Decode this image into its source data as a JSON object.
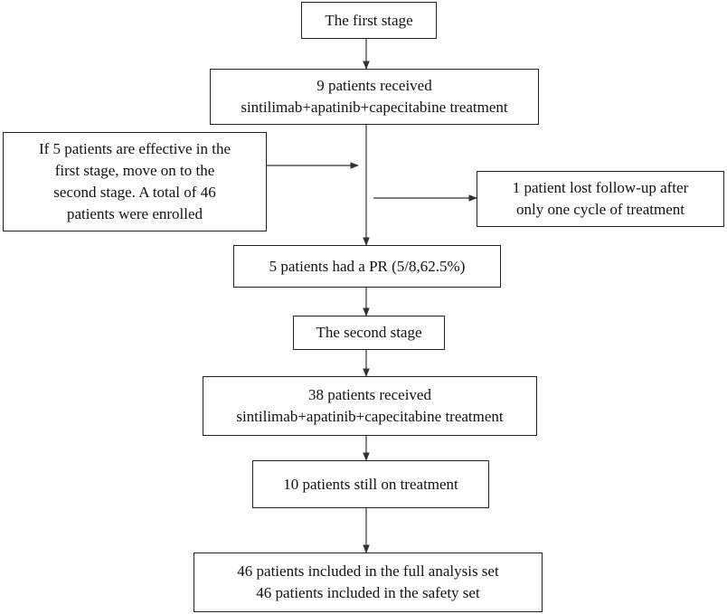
{
  "diagram": {
    "nodes": {
      "first_stage": {
        "lines": [
          "The first stage"
        ]
      },
      "first_stage_enrolled": {
        "lines": [
          "9 patients received",
          "sintilimab+apatinib+capecitabine treatment"
        ]
      },
      "continuation_rule": {
        "lines": [
          "If 5 patients are effective in the",
          "first stage, move on to the",
          "second stage. A total of 46",
          "patients were enrolled"
        ]
      },
      "lost_follow_up": {
        "lines": [
          "1 patient lost follow-up after",
          "only one cycle of treatment"
        ]
      },
      "first_stage_response": {
        "lines": [
          "5 patients had a PR (5/8,62.5%)"
        ]
      },
      "second_stage": {
        "lines": [
          "The second stage"
        ]
      },
      "second_stage_enrolled": {
        "lines": [
          "38 patients received",
          "sintilimab+apatinib+capecitabine treatment"
        ]
      },
      "still_on_treatment": {
        "lines": [
          "10 patients still on treatment"
        ]
      },
      "analysis_sets": {
        "lines": [
          "46 patients included in the full analysis set",
          "46 patients included in the safety set"
        ]
      }
    }
  }
}
